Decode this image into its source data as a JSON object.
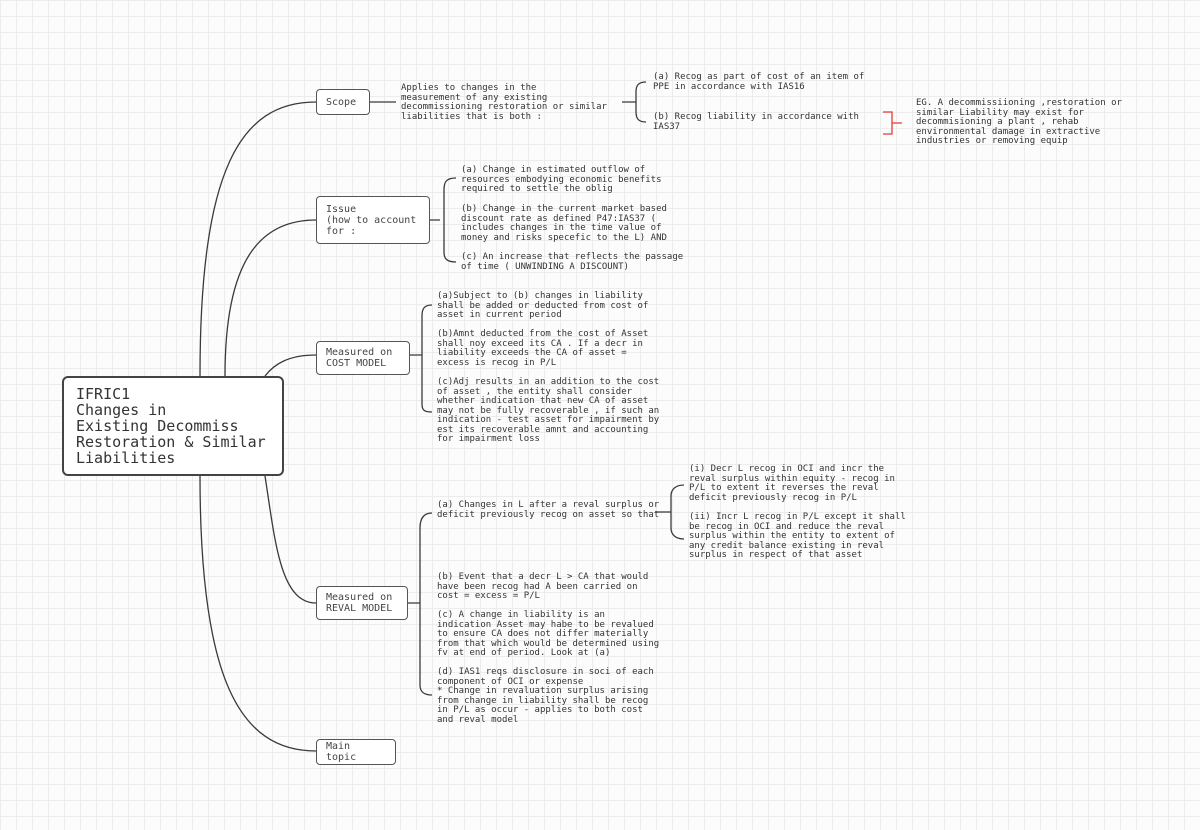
{
  "root": {
    "title": "IFRIC1\nChanges in\nExisting Decommiss\nRestoration & Similar\nLiabilities"
  },
  "nodes": {
    "scope": "Scope",
    "issue": "Issue\n(how to account\nfor :",
    "cost_model": "Measured on\nCOST MODEL",
    "reval_model": "Measured on\nREVAL MODEL",
    "main_topic": "Main topic"
  },
  "scope": {
    "desc": "Applies to changes in the\nmeasurement of any existing\ndecommissioning restoration or similar\nliabilities that is both :",
    "items": [
      "(a) Recog as part of cost of an item of\nPPE in accordance with IAS16",
      "(b) Recog liability in accordance with\nIAS37"
    ],
    "note": "EG. A decommissiioning ,restoration or\nsimilar Liability may exist for\ndecommisioning a plant , rehab\nenvironmental damage in extractive\nindustries or removing equip"
  },
  "issue": {
    "items": [
      "(a) Change in estimated outflow of\nresources embodying economic benefits\nrequired to settle the oblig",
      "(b) Change in the current market based\ndiscount rate as defined P47:IAS37 (\nincludes changes in the time value of\nmoney and risks specefic to the L) AND",
      "(c) An increase that reflects the passage\nof time ( UNWINDING A DISCOUNT)"
    ]
  },
  "cost_model": {
    "items": [
      "(a)Subject to (b) changes in liability\nshall be added or deducted from cost of\nasset in current period",
      "(b)Amnt deducted from the cost of Asset\nshall noy exceed its CA . If a decr in\nliability exceeds the CA of asset =\nexcess is recog in P/L",
      "(c)Adj results in an addition to the cost\nof asset , the entity shall consider\nwhether indication that new CA of asset\nmay not be fully recoverable , if such an\nindication - test asset for impairment by\nest its recoverable amnt and accounting\nfor impairment loss"
    ]
  },
  "reval_model": {
    "items": [
      "(a) Changes in L after a reval surplus or\ndeficit previously recog on asset so that",
      "(b) Event that a decr L > CA that would\nhave been recog had A been carried on\ncost = excess = P/L",
      "(c) A change in liability is an\nindication Asset may habe to be revalued\nto ensure CA does not differ materially\nfrom that which would be determined using\nfv at end of period. Look at (a)",
      "(d) IAS1 reqs disclosure in soci of each\ncomponent of OCI or expense\n* Change in revaluation surplus arising\nfrom change in liability shall be recog\nin P/L as occur - applies to both cost\nand reval model"
    ],
    "sub_items": [
      "(i) Decr L recog in OCI and incr the\nreval surplus within equity - recog in\nP/L to extent it reverses the reval\ndeficit previously recog in P/L",
      "(ii) Incr L recog in P/L except it shall\nbe recog in OCI and reduce the reval\nsurplus within the entity to extent of\nany credit balance existing in reval\nsurplus in respect of that asset"
    ]
  },
  "colors": {
    "line": "#3a3a3a",
    "note_bracket": "#e53935",
    "grid": "#ececec"
  }
}
